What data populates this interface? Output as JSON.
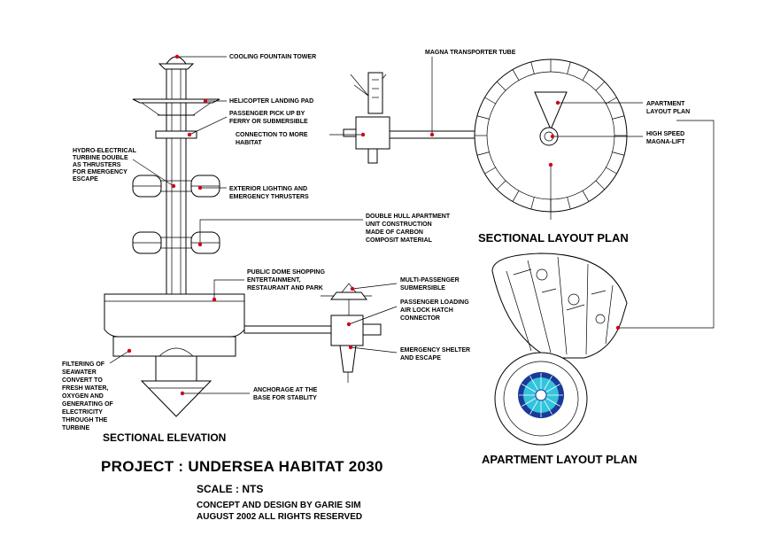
{
  "colors": {
    "line": "#000000",
    "callout_dot": "#d0001a",
    "lift_cyan": "#33c4dd",
    "lift_blue": "#1a3a9a"
  },
  "labels": {
    "cooling_tower": "COOLING FOUNTAIN TOWER",
    "helipad": "HELICOPTER LANDING PAD",
    "pickup": [
      "PASSENGER PICK UP BY",
      "FERRY OR SUBMERSIBLE"
    ],
    "hydro": [
      "HYDRO-ELECTRICAL",
      "TURBINE DOUBLE",
      "AS THRUSTERS",
      "FOR EMERGENCY",
      "ESCAPE"
    ],
    "exterior": [
      "EXTERIOR LIGHTING AND",
      "EMERGENCY THRUSTERS"
    ],
    "double_hull": [
      "DOUBLE HULL APARTMENT",
      "UNIT CONSTRUCTION",
      "MADE OF CARBON",
      "COMPOSIT MATERIAL"
    ],
    "dome": [
      "PUBLIC DOME SHOPPING",
      "ENTERTAINMENT,",
      "RESTAURANT AND PARK"
    ],
    "filtering": [
      "FILTERING OF",
      "SEAWATER",
      "CONVERT TO",
      "FRESH WATER,",
      "OXYGEN AND",
      "GENERATING OF",
      "ELECTRICITY",
      "THROUGH THE",
      "TURBINE"
    ],
    "anchorage": [
      "ANCHORAGE AT THE",
      "BASE FOR STABLITY"
    ],
    "magna_tube": "MAGNA TRANSPORTER TUBE",
    "connection": [
      "CONNECTION TO MORE",
      "HABITAT"
    ],
    "apt_layout": [
      "APARTMENT",
      "LAYOUT PLAN"
    ],
    "high_speed": [
      "HIGH SPEED",
      "MAGNA-LIFT"
    ],
    "multi_sub": [
      "MULTI-PASSENGER",
      "SUBMERSIBLE"
    ],
    "airlock": [
      "PASSENGER LOADING",
      "AIR LOCK HATCH",
      "CONNECTOR"
    ],
    "shelter": [
      "EMERGENCY SHELTER",
      "AND ESCAPE"
    ]
  },
  "headings": {
    "sectional_layout": "SECTIONAL LAYOUT PLAN",
    "sectional_elevation": "SECTIONAL ELEVATION",
    "apartment_layout": "APARTMENT LAYOUT PLAN"
  },
  "titleblock": {
    "project": "PROJECT : UNDERSEA HABITAT 2030",
    "scale": "SCALE : NTS",
    "credit": "CONCEPT AND DESIGN BY GARIE SIM",
    "date": "AUGUST 2002 ALL RIGHTS RESERVED"
  }
}
